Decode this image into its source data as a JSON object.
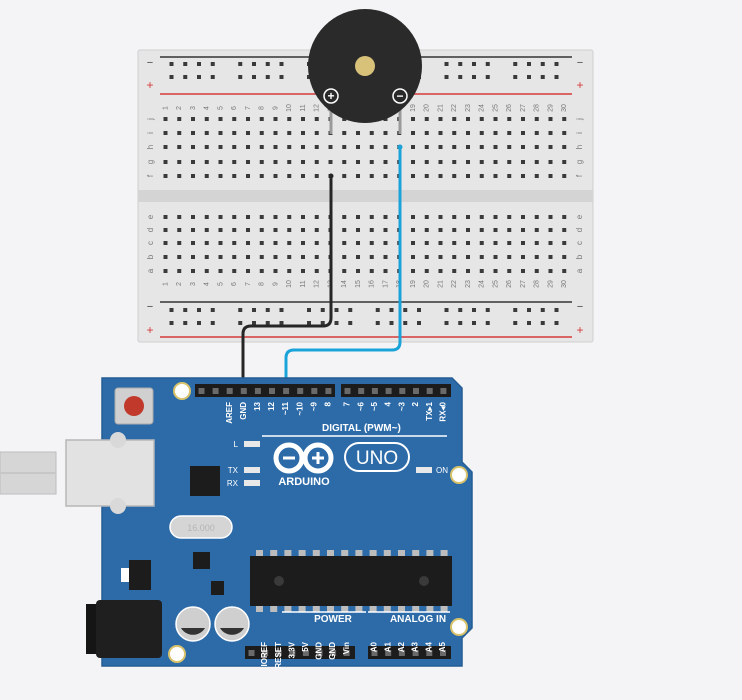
{
  "breadboard": {
    "rail_minus": "−",
    "rail_plus": "+",
    "rows_top": [
      "j",
      "i",
      "h",
      "g",
      "f"
    ],
    "rows_bottom": [
      "e",
      "d",
      "c",
      "b",
      "a"
    ],
    "columns": [
      "1",
      "2",
      "3",
      "4",
      "5",
      "6",
      "7",
      "8",
      "9",
      "10",
      "11",
      "12",
      "13",
      "14",
      "15",
      "16",
      "17",
      "18",
      "19",
      "20",
      "21",
      "22",
      "23",
      "24",
      "25",
      "26",
      "27",
      "28",
      "29",
      "30"
    ]
  },
  "buzzer": {
    "plus_label": "+",
    "minus_label": "−"
  },
  "arduino": {
    "brand": "ARDUINO",
    "model": "UNO",
    "digital_label": "DIGITAL (PWM~)",
    "power_label": "POWER",
    "analog_label": "ANALOG IN",
    "on_label": "ON",
    "led_l": "L",
    "led_tx": "TX",
    "led_rx": "RX",
    "crystal_label": "16.000",
    "digital_pins_left": [
      "AREF",
      "GND",
      "13",
      "12",
      "~11",
      "~10",
      "~9",
      "8"
    ],
    "digital_pins_right": [
      "7",
      "~6",
      "~5",
      "4",
      "~3",
      "2",
      "TX▸1",
      "RX◂0"
    ],
    "power_pins": [
      "IOREF",
      "RESET",
      "3.3V",
      "5V",
      "GND",
      "GND",
      "Vin"
    ],
    "analog_pins": [
      "A0",
      "A1",
      "A2",
      "A3",
      "A4",
      "A5"
    ]
  },
  "colors": {
    "board_blue": "#2d6ba8",
    "board_dark": "#1d4f80",
    "breadboard": "#e6e6e6",
    "wire_black": "#262626",
    "wire_blue": "#1aa3d9",
    "rail_red": "#d63a3a",
    "reset_red": "#c0392b",
    "buzzer": "#2a2a2a"
  }
}
